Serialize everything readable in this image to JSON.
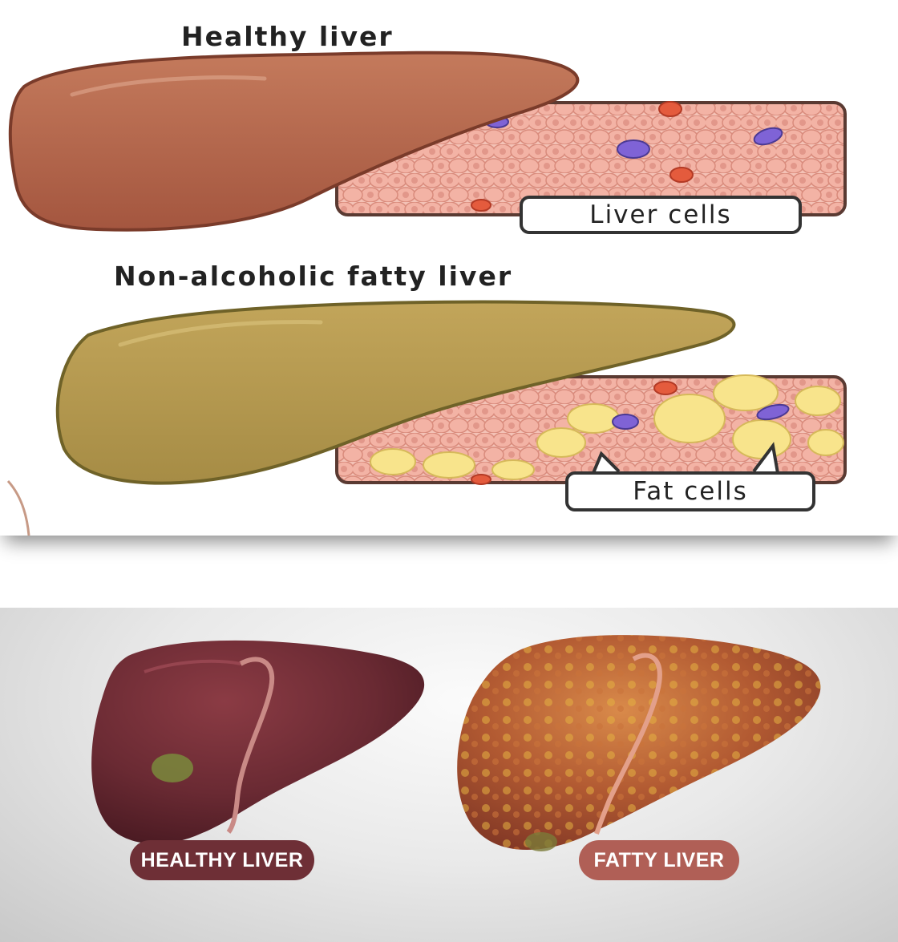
{
  "top_diagram": {
    "healthy_title": "Healthy liver",
    "fatty_title": "Non-alcoholic fatty liver",
    "liver_cells_label": "Liver cells",
    "fat_cells_label": "Fat cells",
    "colors": {
      "healthy_liver": "#b8674d",
      "fatty_liver": "#b49a4d",
      "cell_fill": "#f2b4a6",
      "fat_cell": "#f8e48c",
      "vessel_purple": "#7f63d6",
      "vessel_red": "#e45b3d"
    }
  },
  "bottom_photo": {
    "healthy_label": "HEALTHY LIVER",
    "fatty_label": "FATTY LIVER",
    "colors": {
      "healthy_pill": "#6e2f36",
      "fatty_pill": "#b05f56",
      "healthy_organ": "#6a2a33",
      "fatty_organ": "#b25a32"
    }
  }
}
